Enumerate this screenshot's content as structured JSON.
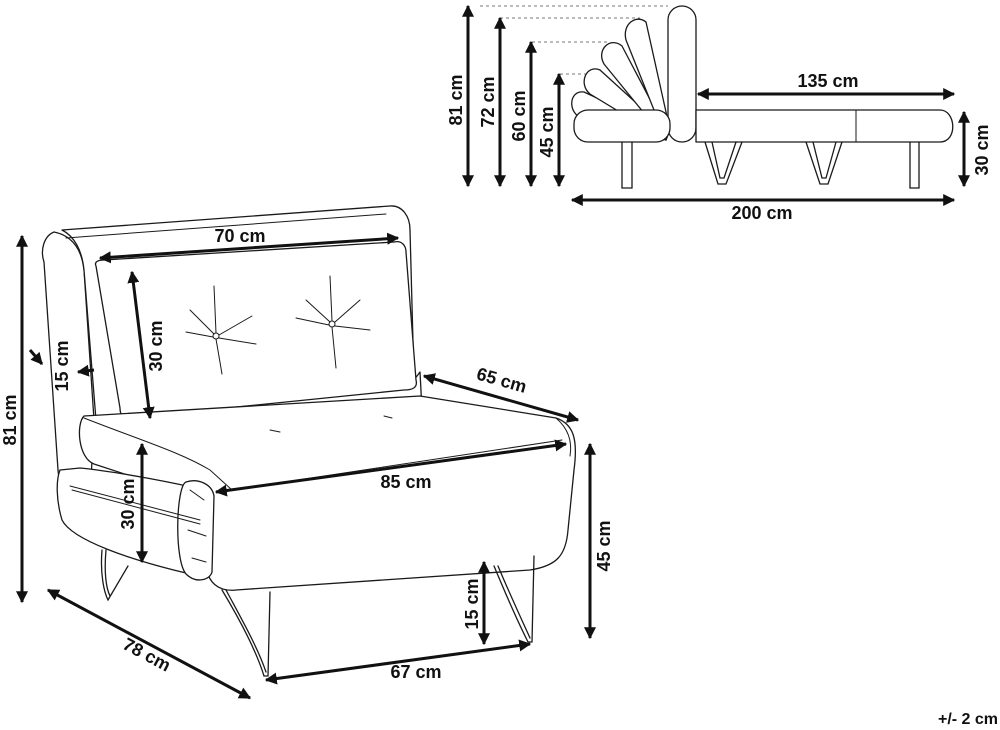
{
  "side_view": {
    "dimensions": {
      "height_total": "81 cm",
      "height_backrest_2": "72 cm",
      "height_backrest_3": "60 cm",
      "height_backrest_4": "45 cm",
      "bed_length": "135 cm",
      "mattress_height": "30 cm",
      "total_length": "200 cm"
    }
  },
  "front_view": {
    "dimensions": {
      "backrest_width": "70 cm",
      "cushion_height": "30 cm",
      "armrest_thickness": "15 cm",
      "total_height": "81 cm",
      "seat_depth": "65 cm",
      "seat_width": "85 cm",
      "seat_thickness": "30 cm",
      "seat_height": "45 cm",
      "leg_height": "15 cm",
      "total_depth": "78 cm",
      "leg_spacing": "67 cm"
    }
  },
  "tolerance": "+/- 2 cm"
}
